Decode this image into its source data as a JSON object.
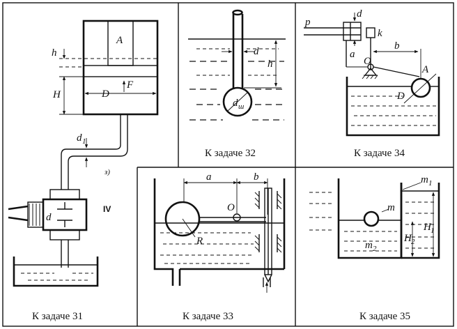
{
  "panels": {
    "p31": {
      "caption": "К задаче 31",
      "labels": {
        "A": "A",
        "h": "h",
        "H": "H",
        "D": "D",
        "F": "F",
        "d1": "d",
        "d1_sub": "1",
        "d": "d",
        "mark": "IV",
        "note": "з)"
      }
    },
    "p32": {
      "caption": "К задаче 32",
      "labels": {
        "d": "d",
        "h": "h",
        "dsh": "d",
        "dsh_sub": "ш"
      }
    },
    "p34": {
      "caption": "К задаче 34",
      "labels": {
        "p": "p",
        "d": "d",
        "k": "k",
        "a": "a",
        "b": "b",
        "O": "O",
        "A": "A",
        "D": "D"
      }
    },
    "p33": {
      "caption": "К задаче 33",
      "labels": {
        "a": "a",
        "b": "b",
        "O": "O",
        "R": "R"
      }
    },
    "p35": {
      "caption": "К задаче 35",
      "labels": {
        "m1": "m",
        "m1_sub": "1",
        "m": "m",
        "m2": "m",
        "m2_sub": "2",
        "H2": "H",
        "H2_sub": "2",
        "H1": "H",
        "H1_sub": "1"
      }
    }
  }
}
